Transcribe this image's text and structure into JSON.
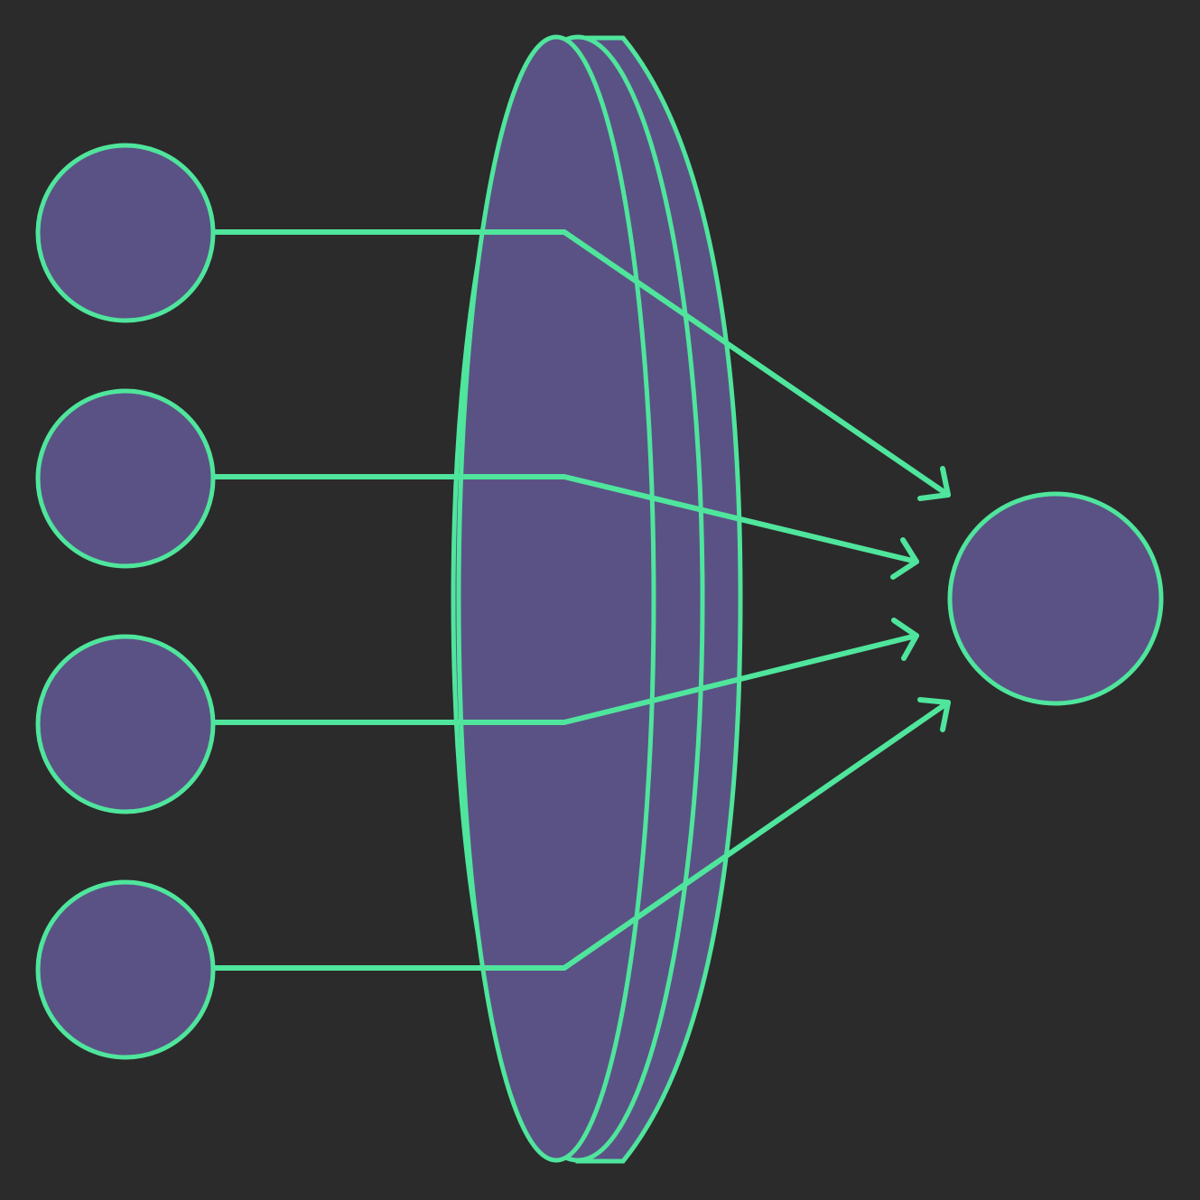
{
  "diagram": {
    "kind": "lens-focusing-inputs-to-output",
    "colors": {
      "background": "#2b2b2b",
      "node_fill": "#5a5285",
      "stroke": "#4fe59c"
    },
    "input_nodes": [
      {
        "id": "input-1"
      },
      {
        "id": "input-2"
      },
      {
        "id": "input-3"
      },
      {
        "id": "input-4"
      }
    ],
    "lens": {
      "id": "lens",
      "icon": "lens-icon"
    },
    "output_node": {
      "id": "output"
    },
    "connections": [
      {
        "from": "input-1",
        "to": "output"
      },
      {
        "from": "input-2",
        "to": "output"
      },
      {
        "from": "input-3",
        "to": "output"
      },
      {
        "from": "input-4",
        "to": "output"
      }
    ]
  }
}
